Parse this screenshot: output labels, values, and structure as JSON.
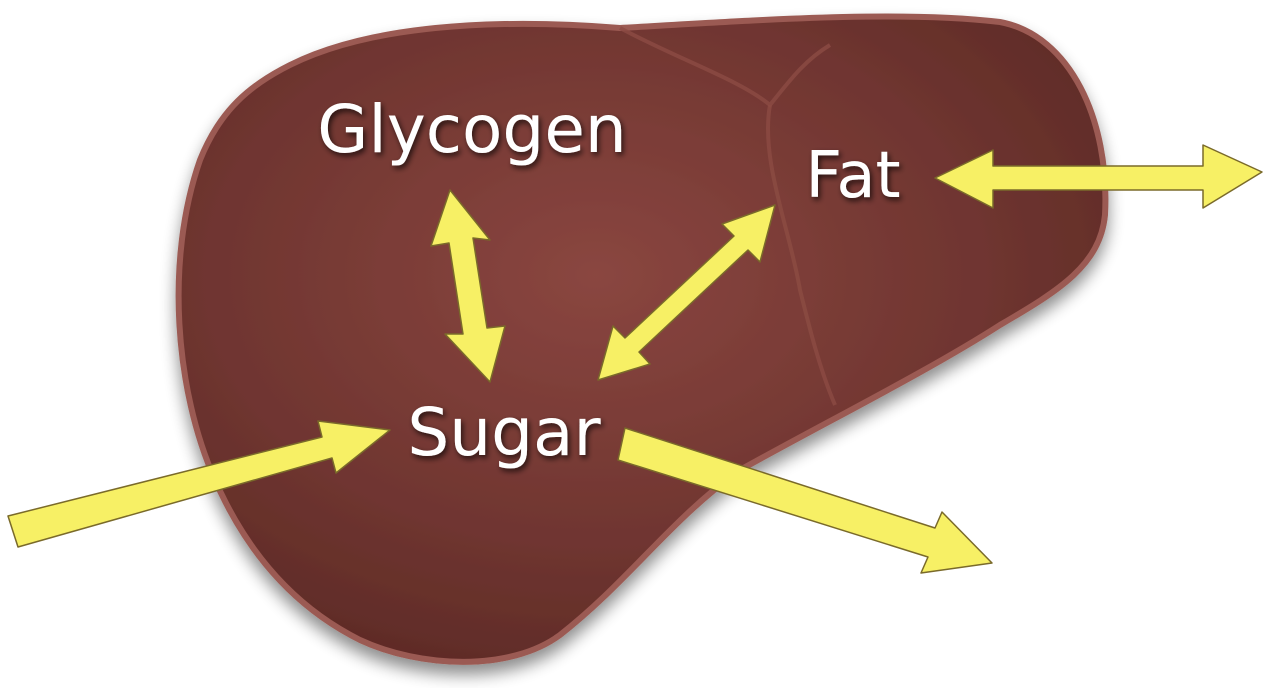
{
  "labels": {
    "glycogen": "Glycogen",
    "fat": "Fat",
    "sugar": "Sugar"
  },
  "colors": {
    "liver_fill": "#7a3c36",
    "liver_edge": "#9b5a52",
    "arrow_fill": "#f7f065",
    "label_text": "#ffffff"
  },
  "icons": {
    "organ": "liver-icon"
  },
  "arrows": [
    {
      "name": "glycogen-sugar-arrow",
      "type": "double"
    },
    {
      "name": "fat-sugar-arrow",
      "type": "double"
    },
    {
      "name": "fat-external-arrow",
      "type": "double"
    },
    {
      "name": "sugar-in-arrow",
      "type": "single"
    },
    {
      "name": "sugar-out-arrow",
      "type": "single"
    }
  ]
}
